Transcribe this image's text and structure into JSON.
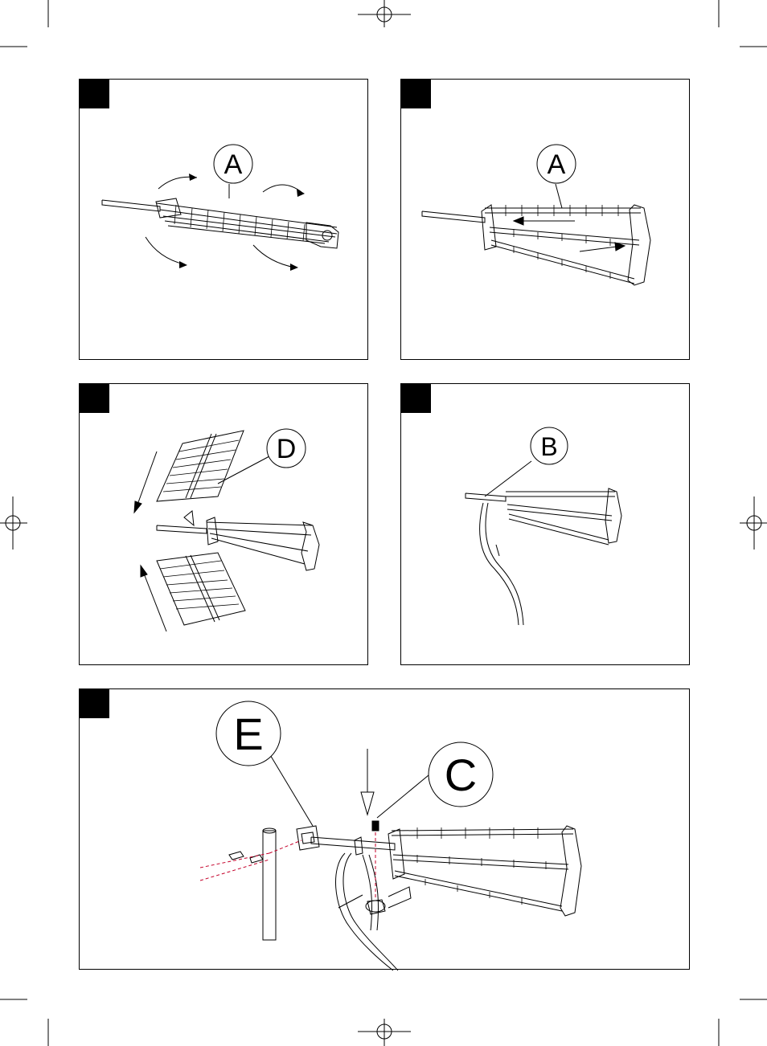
{
  "panels": [
    {
      "id": "panel-1",
      "callouts": [
        "A"
      ]
    },
    {
      "id": "panel-2",
      "callouts": [
        "A"
      ]
    },
    {
      "id": "panel-3",
      "callouts": [
        "D"
      ]
    },
    {
      "id": "panel-4",
      "callouts": [
        "B"
      ]
    },
    {
      "id": "panel-5",
      "callouts": [
        "E",
        "C"
      ]
    }
  ],
  "colors": {
    "line": "#000000",
    "dash": "#c4002a",
    "background": "#ffffff"
  },
  "icons": [
    "registration-mark-icon",
    "crop-mark-icon",
    "arrow-icon"
  ]
}
